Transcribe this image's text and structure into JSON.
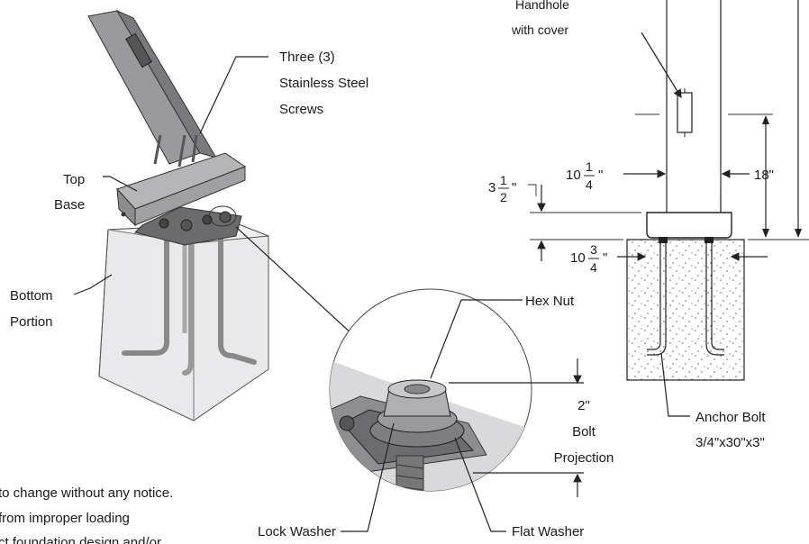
{
  "labels": {
    "screws": [
      "Three (3)",
      "Stainless Steel",
      "Screws"
    ],
    "top_base": [
      "Top",
      "Base"
    ],
    "bottom_portion": [
      "Bottom",
      "Portion"
    ],
    "hex_nut": "Hex Nut",
    "bolt_projection": [
      "2\"",
      "Bolt",
      "Projection"
    ],
    "lock_washer": "Lock Washer",
    "flat_washer": "Flat Washer",
    "handhole": [
      "Handhole",
      "with cover"
    ],
    "anchor_bolt": [
      "Anchor Bolt",
      "3/4\"x30\"x3\""
    ]
  },
  "dimensions": {
    "d1_whole": "3",
    "d1_num": "1",
    "d1_den": "2",
    "d1_unit": "\"",
    "d2_whole": "10",
    "d2_num": "1",
    "d2_den": "4",
    "d2_unit": "\"",
    "d3_whole": "10",
    "d3_num": "3",
    "d3_den": "4",
    "d3_unit": "\"",
    "d4": "18\""
  },
  "notes": [
    "to change without any notice.",
    "from improper loading",
    "ct foundation design and/or"
  ]
}
